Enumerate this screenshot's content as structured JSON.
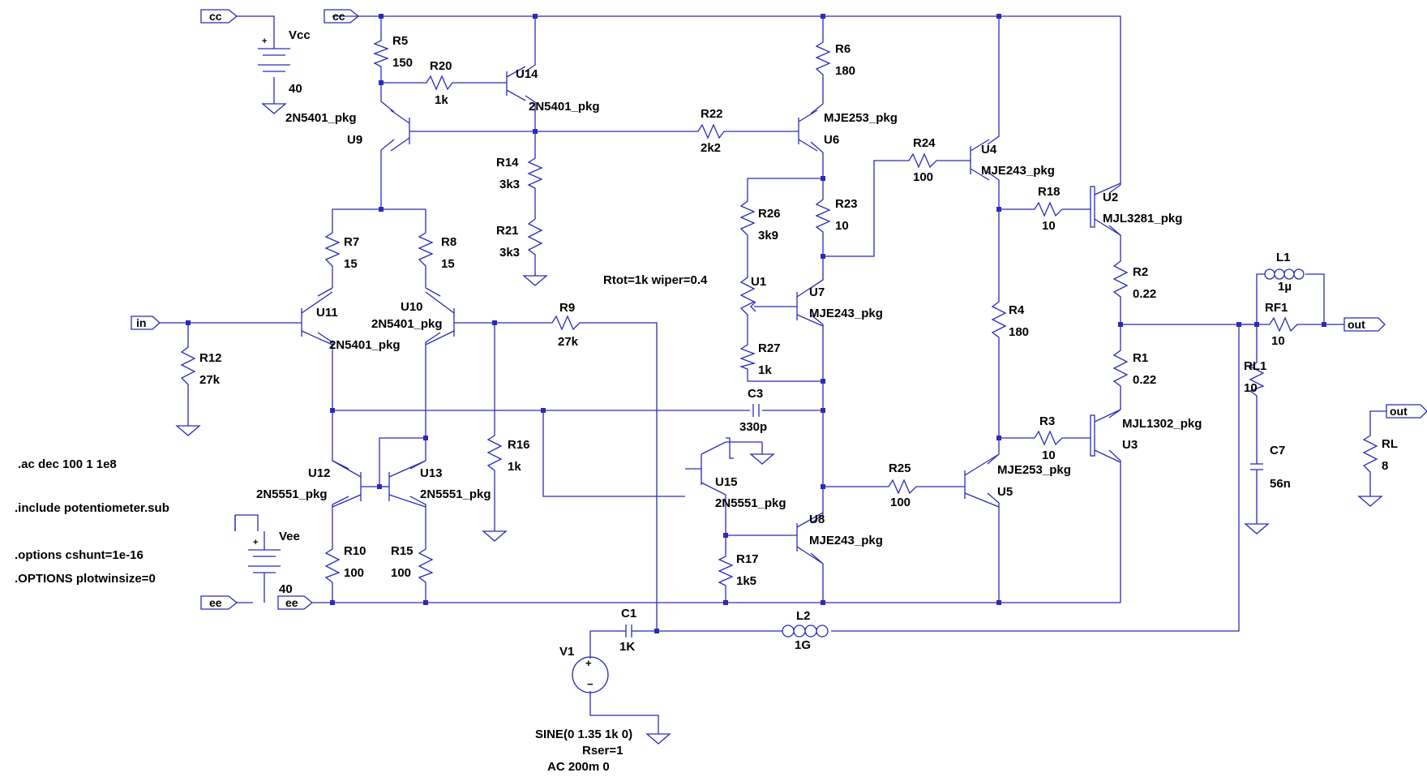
{
  "directives": [
    ".ac dec 100 1 1e8",
    ".include potentiometer.sub",
    ".options cshunt=1e-16",
    ".OPTIONS plotwinsize=0"
  ],
  "net_flags": {
    "cc1": "cc",
    "cc2": "cc",
    "ee1": "ee",
    "ee2": "ee",
    "in": "in",
    "out1": "out",
    "out2": "out"
  },
  "sources": {
    "vcc": {
      "name": "Vcc",
      "value": "40"
    },
    "vee": {
      "name": "Vee",
      "value": "40"
    },
    "v1": {
      "name": "V1",
      "line1": "SINE(0 1.35 1k 0)",
      "line2": "Rser=1",
      "line3": "AC 200m 0"
    }
  },
  "resistors": {
    "R5": {
      "name": "R5",
      "value": "150"
    },
    "R20": {
      "name": "R20",
      "value": "1k"
    },
    "R6": {
      "name": "R6",
      "value": "180"
    },
    "R22": {
      "name": "R22",
      "value": "2k2"
    },
    "R14": {
      "name": "R14",
      "value": "3k3"
    },
    "R21": {
      "name": "R21",
      "value": "3k3"
    },
    "R24": {
      "name": "R24",
      "value": "100"
    },
    "R18": {
      "name": "R18",
      "value": "10"
    },
    "R26": {
      "name": "R26",
      "value": "3k9"
    },
    "R23": {
      "name": "R23",
      "value": "10"
    },
    "R27": {
      "name": "R27",
      "value": "1k"
    },
    "R7": {
      "name": "R7",
      "value": "15"
    },
    "R8": {
      "name": "R8",
      "value": "15"
    },
    "R12": {
      "name": "R12",
      "value": "27k"
    },
    "R9": {
      "name": "R9",
      "value": "27k"
    },
    "R16": {
      "name": "R16",
      "value": "1k"
    },
    "R10": {
      "name": "R10",
      "value": "100"
    },
    "R15": {
      "name": "R15",
      "value": "100"
    },
    "R17": {
      "name": "R17",
      "value": "1k5"
    },
    "R25": {
      "name": "R25",
      "value": "100"
    },
    "R4": {
      "name": "R4",
      "value": "180"
    },
    "R3": {
      "name": "R3",
      "value": "10"
    },
    "R2": {
      "name": "R2",
      "value": "0.22"
    },
    "R1": {
      "name": "R1",
      "value": "0.22"
    },
    "RF1": {
      "name": "RF1",
      "value": "10"
    },
    "RL1": {
      "name": "RL1",
      "value": "10"
    },
    "RL": {
      "name": "RL",
      "value": "8"
    }
  },
  "capacitors": {
    "C3": {
      "name": "C3",
      "value": "330p"
    },
    "C1": {
      "name": "C1",
      "value": "1K"
    },
    "C7": {
      "name": "C7",
      "value": "56n"
    }
  },
  "inductors": {
    "L1": {
      "name": "L1",
      "value": "1µ"
    },
    "L2": {
      "name": "L2",
      "value": "1G"
    }
  },
  "pot": {
    "name": "U1",
    "params": "Rtot=1k wiper=0.4"
  },
  "transistors": {
    "U14": {
      "name": "U14",
      "model": "2N5401_pkg"
    },
    "U9": {
      "name": "U9",
      "model": "2N5401_pkg"
    },
    "U6": {
      "name": "U6",
      "model": "MJE253_pkg"
    },
    "U4": {
      "name": "U4",
      "model": "MJE243_pkg"
    },
    "U2": {
      "name": "U2",
      "model": "MJL3281_pkg"
    },
    "U7": {
      "name": "U7",
      "model": "MJE243_pkg"
    },
    "U11": {
      "name": "U11",
      "model": "2N5401_pkg"
    },
    "U10": {
      "name": "U10",
      "model": "2N5401_pkg"
    },
    "U12": {
      "name": "U12",
      "model": "2N5551_pkg"
    },
    "U13": {
      "name": "U13",
      "model": "2N5551_pkg"
    },
    "U15": {
      "name": "U15",
      "model": "2N5551_pkg"
    },
    "U8": {
      "name": "U8",
      "model": "MJE243_pkg"
    },
    "U5": {
      "name": "U5",
      "model": "MJE253_pkg"
    },
    "U3": {
      "name": "U3",
      "model": "MJL1302_pkg"
    }
  },
  "colors": {
    "wire": "#2b2bb8",
    "text": "#000000",
    "background": "#ffffff"
  }
}
